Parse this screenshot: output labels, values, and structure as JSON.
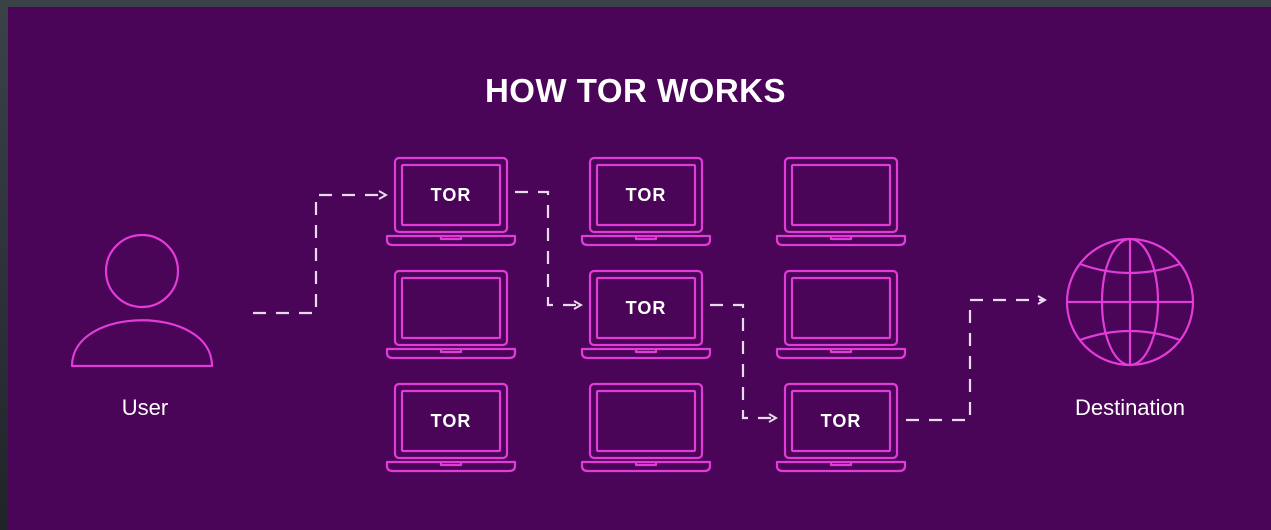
{
  "diagram": {
    "title": "HOW TOR WORKS",
    "user_label": "User",
    "destination_label": "Destination",
    "nodes": [
      [
        "TOR",
        "TOR",
        ""
      ],
      [
        "",
        "TOR",
        ""
      ],
      [
        "TOR",
        "",
        "TOR"
      ]
    ],
    "route": [
      [
        0,
        0
      ],
      [
        1,
        1
      ],
      [
        2,
        2
      ]
    ]
  },
  "colors": {
    "background": "#4a0458",
    "accent": "#e23cd8",
    "text": "#ffffff",
    "arrows": "#e6dbe8"
  }
}
